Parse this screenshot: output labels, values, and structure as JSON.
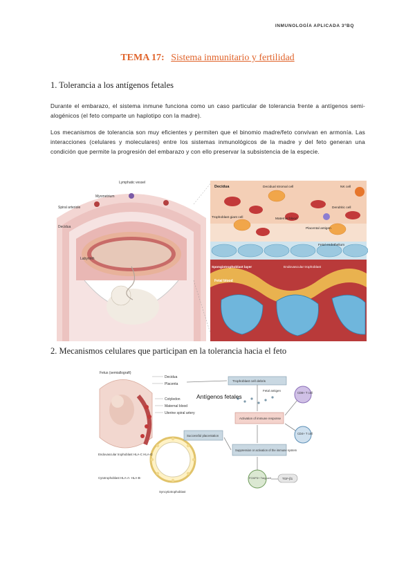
{
  "header": "INMUNOLOGÍA APLICADA 3ºBQ",
  "title": {
    "prefix": "TEMA 17:",
    "subject": "Sistema inmunitario y fertilidad"
  },
  "section1": {
    "heading": "1. Tolerancia a los antígenos fetales",
    "p1": "Durante el embarazo, el sistema inmune funciona como un caso particular de tolerancia frente a antígenos semi-alogénicos (el feto comparte un haplotipo con la madre).",
    "p2": "Los mecanismos de tolerancia son muy eficientes y permiten que el binomio madre/feto convivan en armonía. Las interacciones (celulares y moleculares) entre los sistemas inmunológicos de la madre y del feto generan una condición que permite la progresión del embarazo y con ello preservar la subsistencia de la especie."
  },
  "figure1": {
    "left_labels": [
      "Lymphatic vessel",
      "Myometrium",
      "Spiral arteriole",
      "Decidua",
      "Labyrinth"
    ],
    "right_labels": [
      "Decidua",
      "Decidual stromal cell",
      "NK cell",
      "Dendritic cell",
      "Trophoblast giant cell",
      "Maternal blood",
      "Placental antigen",
      "Fetal endothelium",
      "Spongiotrophoblast layer",
      "Endovascular trophoblast",
      "Fetal blood"
    ]
  },
  "section2": {
    "heading": "2.  Mecanismos celulares que participan en la tolerancia hacia el feto"
  },
  "figure2": {
    "left_labels": [
      "Fetus (semiallograft)",
      "Decidua",
      "Placenta",
      "Cotyledon",
      "Maternal blood",
      "Uterine spiral artery"
    ],
    "boxes": [
      "Trophoblast cell debris",
      "Fetal antigen",
      "Activation of immune response",
      "Successful placentation",
      "Suppression or activation of the immune system"
    ],
    "overlay_label": "Antígenos fetales",
    "cells": [
      "CD8+ T cell",
      "CD4+ T cell",
      "FOXP3+ Treg cell",
      "TGF-β1"
    ],
    "bottom_labels": [
      "Endovascular trophoblast HLA-C HLA-G",
      "Cytotrophoblast HLA-A- HLA-B-",
      "Syncytiotrophoblast"
    ]
  }
}
